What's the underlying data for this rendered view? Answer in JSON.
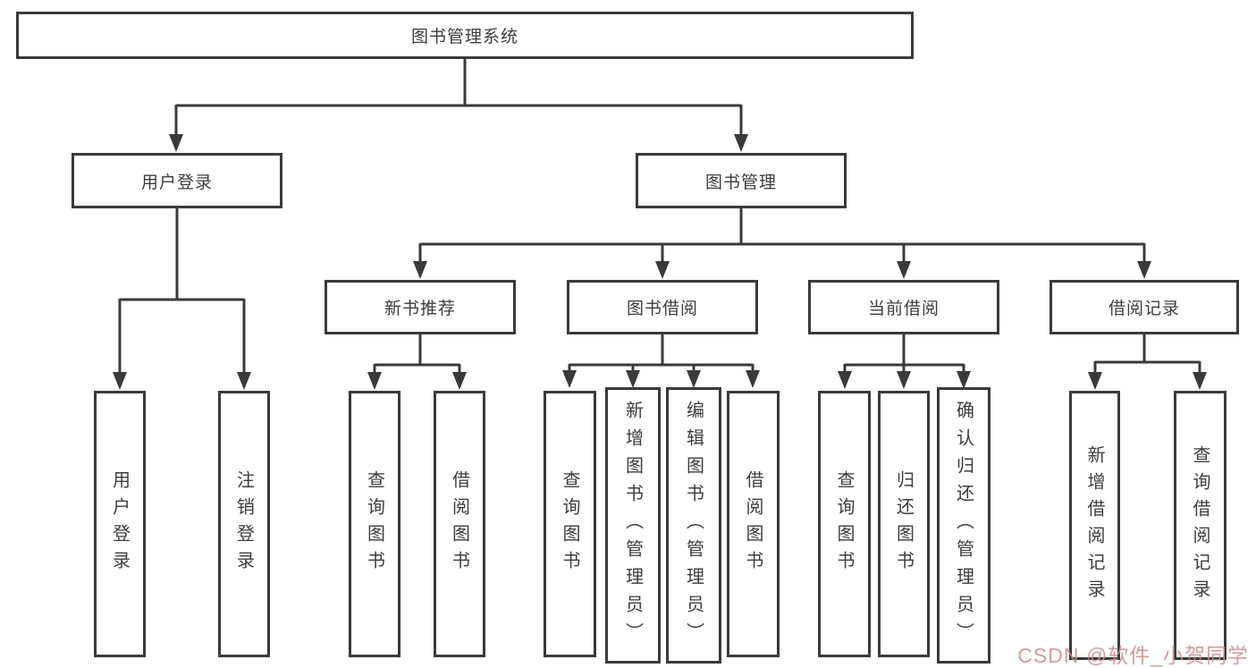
{
  "colors": {
    "line": "#3a3a3a",
    "box_border": "#3a3a3a",
    "box_fill": "#ffffff",
    "text": "#3d3d3d",
    "background": "#ffffff",
    "watermark": "#c98c8c"
  },
  "watermark": "CSDN @软件_小贺同学",
  "tree": {
    "root": {
      "label": "图书管理系统"
    },
    "user_login": {
      "label": "用户登录",
      "children": {
        "login": "用户登录",
        "logout": "注销登录"
      }
    },
    "book_mgmt": {
      "label": "图书管理"
    },
    "new_book": {
      "label": "新书推荐",
      "children": {
        "query": "查询图书",
        "borrow": "借阅图书"
      }
    },
    "book_borrow": {
      "label": "图书借阅",
      "children": {
        "query": "查询图书",
        "add": "新增图书（管理员）",
        "edit": "编辑图书（管理员）",
        "borrow": "借阅图书"
      }
    },
    "current_borrow": {
      "label": "当前借阅",
      "children": {
        "query": "查询图书",
        "return": "归还图书",
        "confirm": "确认归还（管理员）"
      }
    },
    "borrow_records": {
      "label": "借阅记录",
      "children": {
        "add": "新增借阅记录",
        "query": "查询借阅记录"
      }
    }
  }
}
